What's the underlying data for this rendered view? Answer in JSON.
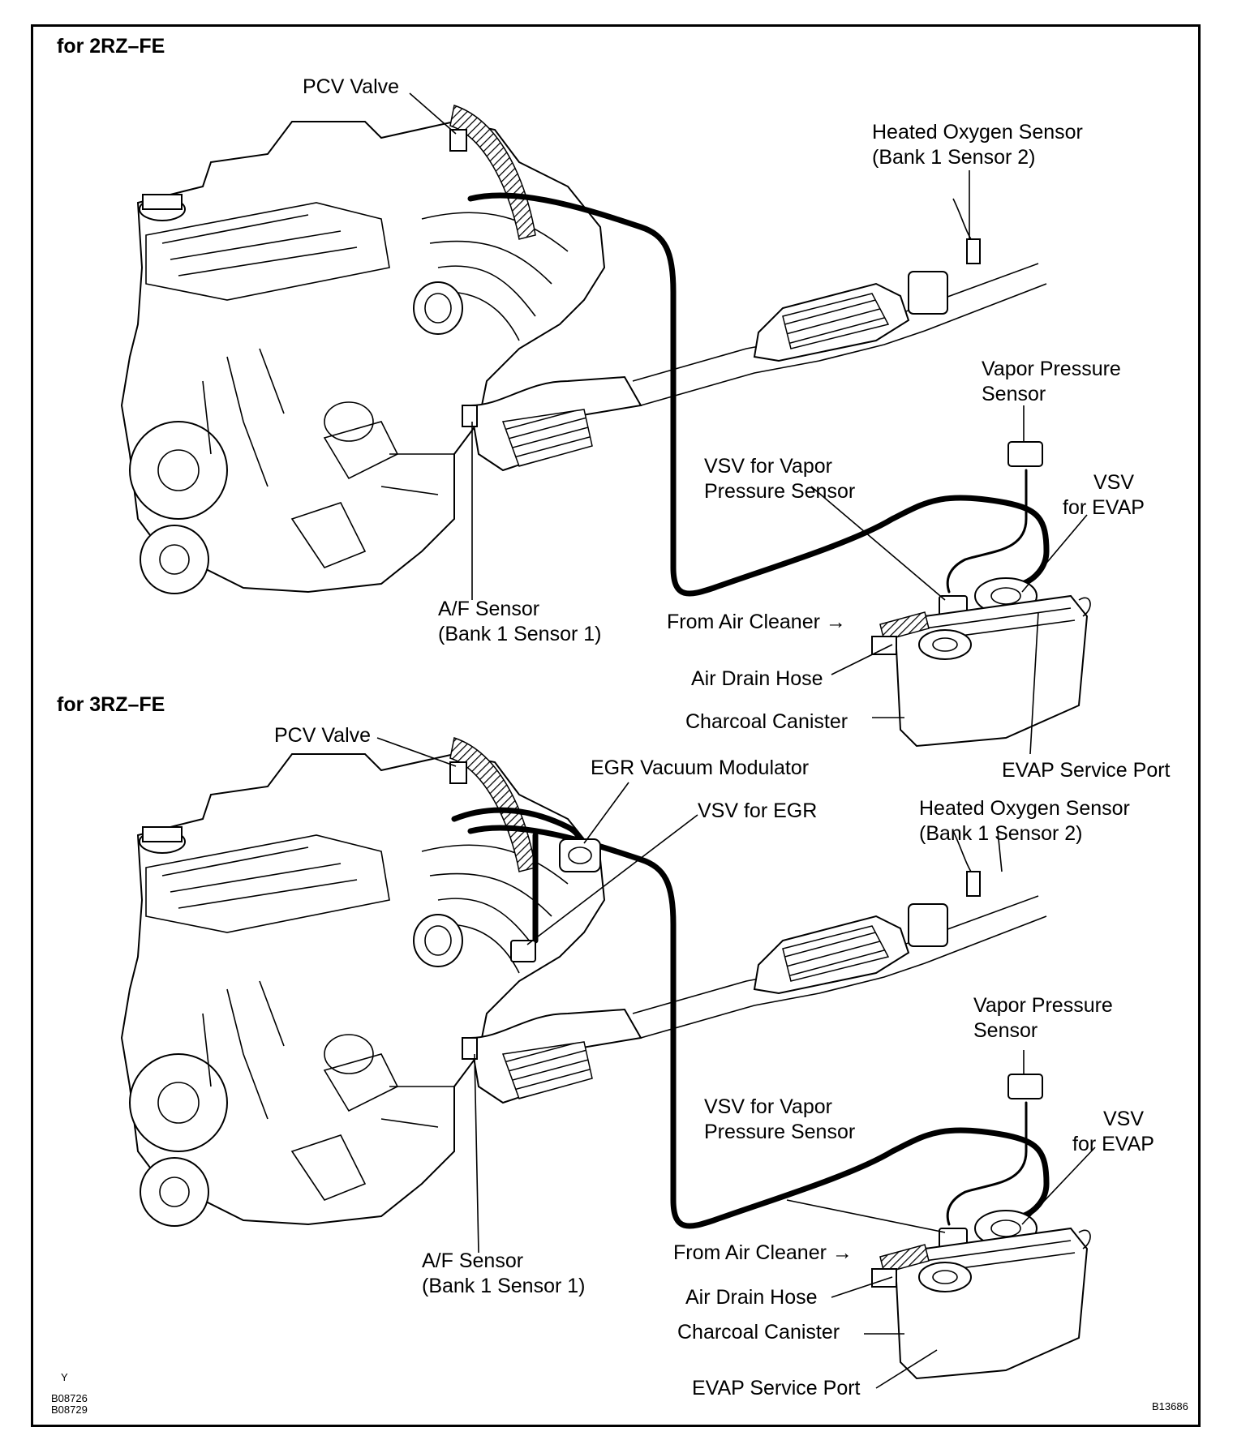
{
  "top": {
    "section_label": "for 2RZ–FE",
    "labels": {
      "pcv_valve": "PCV Valve",
      "heated_o2": [
        "Heated Oxygen Sensor",
        "(Bank 1 Sensor 2)"
      ],
      "vapor_pressure": [
        "Vapor Pressure",
        "Sensor"
      ],
      "vsv_vapor": [
        "VSV for Vapor",
        "Pressure Sensor"
      ],
      "vsv_evap": [
        "VSV",
        "for EVAP"
      ],
      "from_air_cleaner": "From Air Cleaner  →",
      "air_drain_hose": "Air Drain Hose",
      "charcoal_canister": "Charcoal Canister",
      "evap_service_port": "EVAP Service Port",
      "af_sensor": [
        "A/F Sensor",
        "(Bank 1 Sensor 1)"
      ]
    }
  },
  "bottom": {
    "section_label": "for 3RZ–FE",
    "labels": {
      "pcv_valve": "PCV Valve",
      "egr_vacuum_modulator": "EGR Vacuum Modulator",
      "vsv_egr": "VSV for EGR",
      "heated_o2": [
        "Heated Oxygen Sensor",
        "(Bank 1 Sensor 2)"
      ],
      "vapor_pressure": [
        "Vapor Pressure",
        "Sensor"
      ],
      "vsv_vapor": [
        "VSV for Vapor",
        "Pressure Sensor"
      ],
      "vsv_evap": [
        "VSV",
        "for EVAP"
      ],
      "from_air_cleaner": "From Air Cleaner  →",
      "air_drain_hose": "Air Drain Hose",
      "charcoal_canister": "Charcoal Canister",
      "evap_service_port": "EVAP Service Port",
      "af_sensor": [
        "A/F Sensor",
        "(Bank 1 Sensor 1)"
      ]
    }
  },
  "footer": {
    "letter": "Y",
    "codes": [
      "B08726",
      "B08729"
    ],
    "figure_code": "B13686"
  }
}
